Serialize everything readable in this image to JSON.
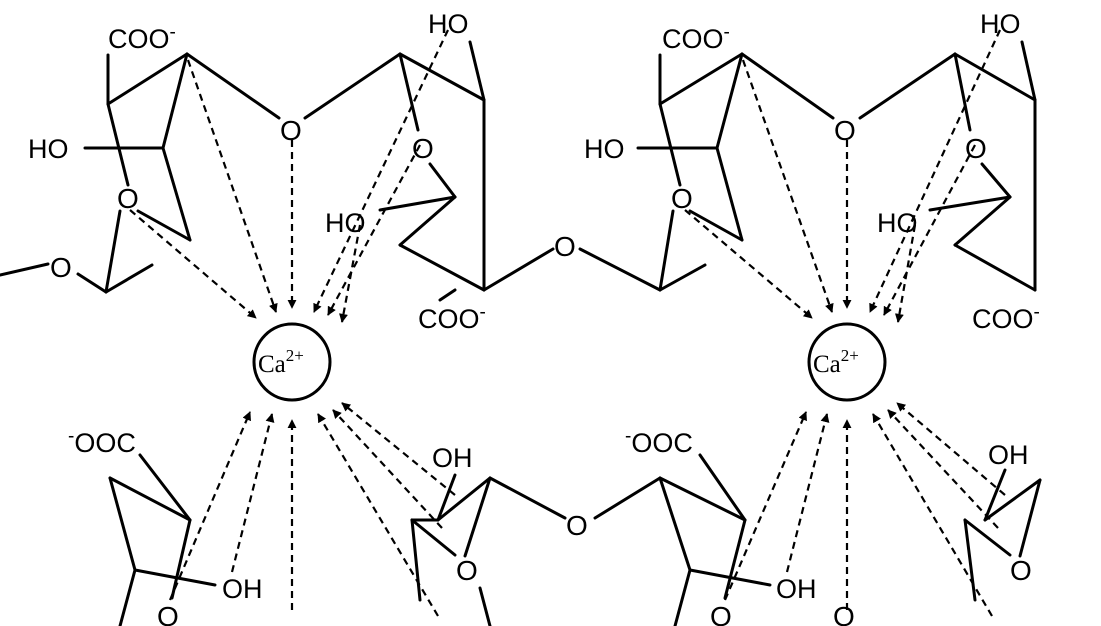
{
  "calcium_ion": {
    "symbol": "Ca",
    "charge": "2+"
  },
  "groups": {
    "carboxylate": "COO",
    "carboxylate_charge": "-",
    "carboxylate_reversed": "OOC",
    "hydroxyl": "HO",
    "hydroxyl_right": "OH",
    "oxygen": "O"
  },
  "colors": {
    "ink": "#000000",
    "background": "#ffffff"
  }
}
